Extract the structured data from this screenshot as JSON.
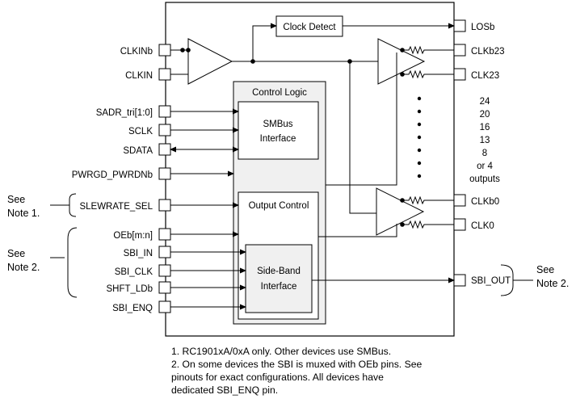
{
  "left_pins": {
    "clkinb": "CLKINb",
    "clkin": "CLKIN",
    "sadr": "SADR_tri[1:0]",
    "sclk": "SCLK",
    "sdata": "SDATA",
    "pwrgd": "PWRGD_PWRDNb",
    "slewrate": "SLEWRATE_SEL",
    "oeb": "OEb[m:n]",
    "sbi_in": "SBI_IN",
    "sbi_clk": "SBI_CLK",
    "shft_ld": "SHFT_LDb",
    "sbi_enq": "SBI_ENQ"
  },
  "right_pins": {
    "losb": "LOSb",
    "clkb23": "CLKb23",
    "clk23": "CLK23",
    "clkb0": "CLKb0",
    "clk0": "CLK0",
    "sbi_out": "SBI_OUT"
  },
  "blocks": {
    "clock_detect": "Clock Detect",
    "control_logic": "Control Logic",
    "smbus_line1": "SMBus",
    "smbus_line2": "Interface",
    "output_control": "Output Control",
    "sideband_line1": "Side-Band",
    "sideband_line2": "Interface"
  },
  "outputs_count": [
    "24",
    "20",
    "16",
    "13",
    "8",
    "or 4",
    "outputs"
  ],
  "notes": {
    "see1_line1": "See",
    "see1_line2": "Note 1.",
    "see2_line1": "See",
    "see2_line2": "Note 2.",
    "see3_line1": "See",
    "see3_line2": "Note 2."
  },
  "footnotes": [
    "1. RC1901xA/0xA only. Other devices use SMBus.",
    "2. On some devices the SBI is muxed with OEb pins. See",
    "pinouts for exact configurations. All devices have",
    "dedicated SBI_ENQ pin."
  ]
}
